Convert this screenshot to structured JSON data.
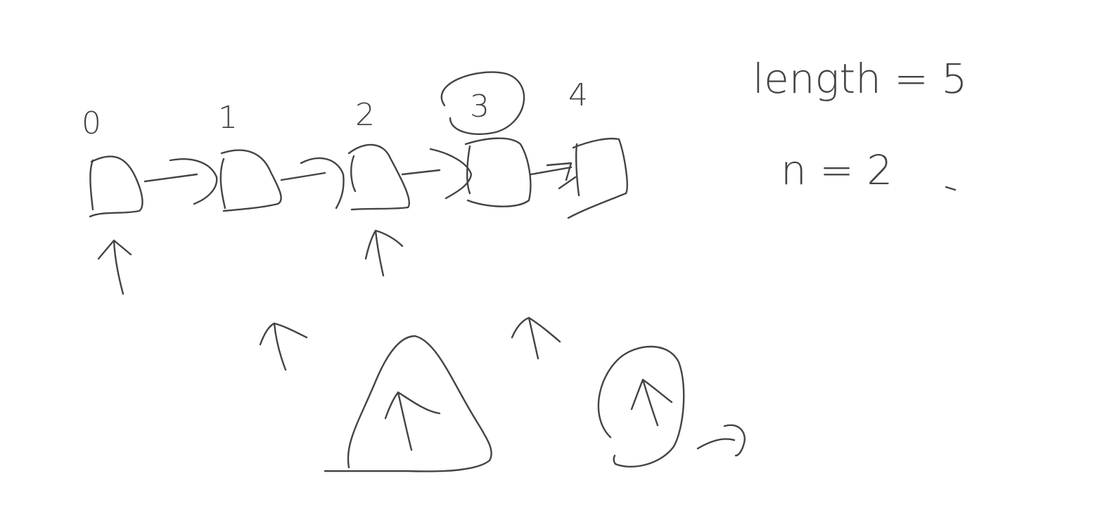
{
  "nodes": [
    {
      "index": "0"
    },
    {
      "index": "1"
    },
    {
      "index": "2"
    },
    {
      "index": "3",
      "circled": true
    },
    {
      "index": "4"
    }
  ],
  "notes": {
    "length": "length = 5",
    "n": "n = 2"
  }
}
